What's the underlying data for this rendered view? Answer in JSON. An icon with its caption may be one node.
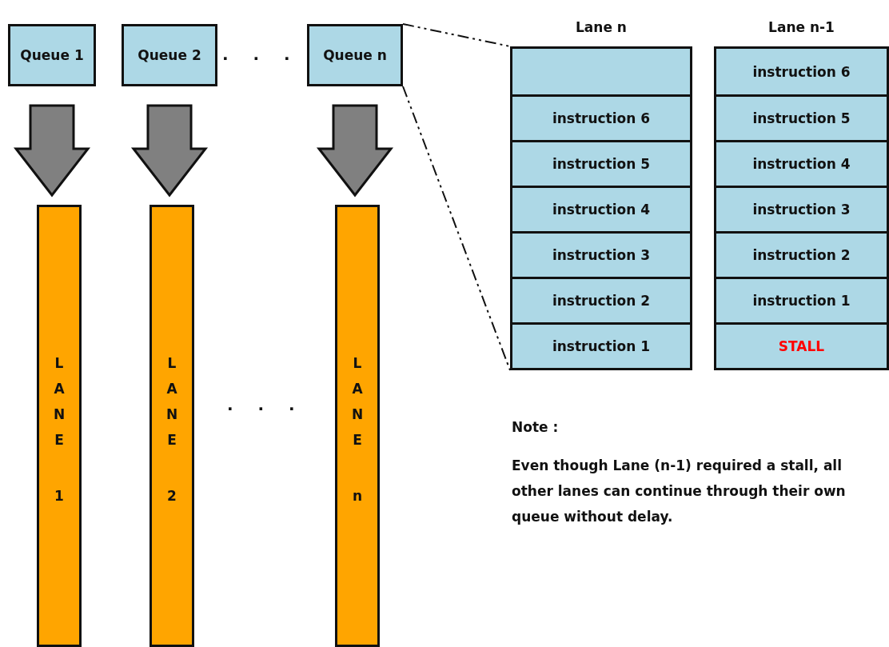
{
  "diagram": {
    "nodes": [
      {
        "text": [
          "Queue 1"
        ]
      },
      {
        "text": [
          "Queue 2"
        ]
      },
      {
        "text": [
          "Queue n"
        ]
      },
      {
        "text": [
          "LANE",
          "1"
        ]
      },
      {
        "text": [
          "LANE",
          "2"
        ]
      },
      {
        "text": [
          "LANE",
          "n"
        ]
      },
      {
        "text": [
          "Lane n"
        ]
      },
      {
        "text": [],
        "shape": "box",
        "in": 6
      },
      {
        "text": [
          "instruction 6"
        ],
        "in": 6
      },
      {
        "text": [
          "instruction 5"
        ],
        "in": 6
      },
      {
        "text": [
          "instruction 4"
        ],
        "in": 6
      },
      {
        "text": [
          "instruction 3"
        ],
        "in": 6
      },
      {
        "text": [
          "instruction 2"
        ],
        "in": 6
      },
      {
        "text": [
          "instruction 1"
        ],
        "in": 6
      },
      {
        "text": [
          "Lane n-1"
        ]
      },
      {
        "text": [
          "instruction 6"
        ],
        "in": 14
      },
      {
        "text": [
          "instruction 5"
        ],
        "in": 14
      },
      {
        "text": [
          "instruction 4"
        ],
        "in": 14
      },
      {
        "text": [
          "instruction 3"
        ],
        "in": 14
      },
      {
        "text": [
          "instruction 2"
        ],
        "in": 14
      },
      {
        "text": [
          "instruction 1"
        ],
        "in": 14
      },
      {
        "text": [
          "STALL"
        ],
        "in": 14
      }
    ],
    "edges": [
      {
        "from": 0,
        "to": 3,
        "arrow": "to",
        "style": "thick"
      },
      {
        "from": 1,
        "to": 4,
        "arrow": "to",
        "style": "thick"
      },
      {
        "from": 2,
        "to": 5,
        "arrow": "to",
        "style": "thick"
      },
      {
        "from": 2,
        "to": 6,
        "arrow": "none",
        "style": "dashed"
      },
      {
        "from": 2,
        "to": 6,
        "arrow": "none",
        "style": "dashed"
      }
    ],
    "labels": [
      ". . .",
      ". . .",
      "Note :",
      "Even though Lane (n-1) required a stall, all other lanes can continue through their own queue without delay."
    ]
  }
}
